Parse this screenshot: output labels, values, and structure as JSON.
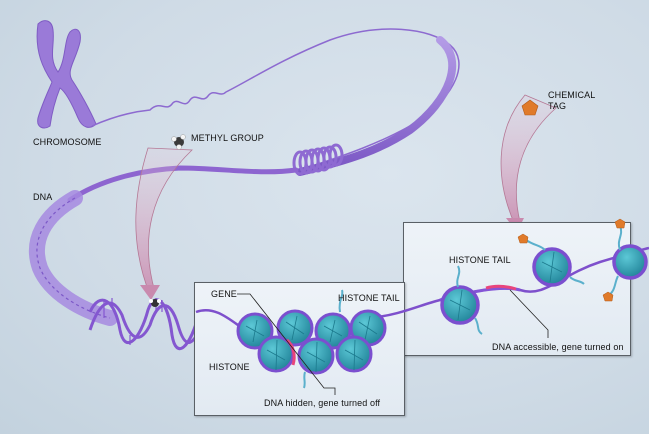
{
  "diagram": {
    "title": "Epigenetic mechanisms: chromosome, DNA, histones and chemical tags",
    "labels": {
      "chromosome": "CHROMOSOME",
      "methyl_group": "METHYL GROUP",
      "chemical_tag_line1": "CHEMICAL",
      "chemical_tag_line2": "TAG",
      "dna": "DNA",
      "gene": "GENE",
      "histone_tail_left": "HISTONE TAIL",
      "histone": "HISTONE",
      "dna_hidden": "DNA hidden, gene turned off",
      "histone_tail_right": "HISTONE TAIL",
      "dna_accessible": "DNA accessible, gene turned on"
    },
    "colors": {
      "dna_purple": "#8a5fd0",
      "chromatin_light": "#a98be0",
      "histone_teal": "#2fa3b5",
      "gene_pink": "#e8457c",
      "chemical_tag_orange": "#e07a2a",
      "arrow_pink": "#d9a3c0",
      "tail_blue": "#5bb0cc"
    }
  }
}
